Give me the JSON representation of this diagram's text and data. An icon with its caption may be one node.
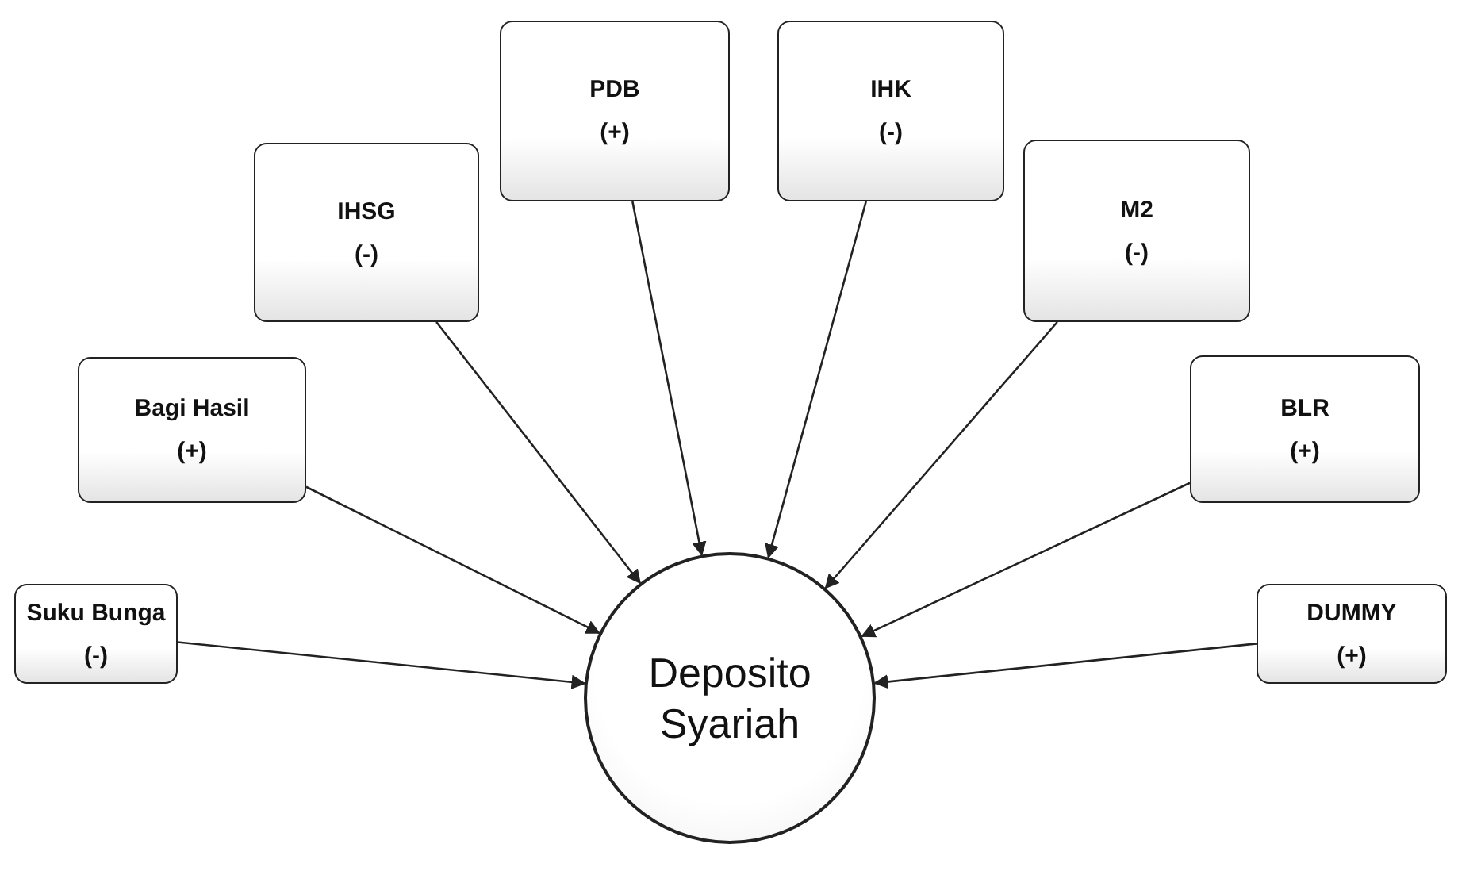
{
  "diagram": {
    "nodes": [
      {
        "text": [
          "PDB",
          "(+)"
        ]
      },
      {
        "text": [
          "IHK",
          "(-)"
        ]
      },
      {
        "text": [
          "IHSG",
          "(-)"
        ]
      },
      {
        "text": [
          "M2",
          "(-)"
        ]
      },
      {
        "text": [
          "Bagi Hasil",
          "(+)"
        ]
      },
      {
        "text": [
          "BLR",
          "(+)"
        ]
      },
      {
        "text": [
          "Suku Bunga",
          "(-)"
        ]
      },
      {
        "text": [
          "Deposito Syariah"
        ]
      },
      {
        "text": [
          "DUMMY",
          "(+)"
        ]
      }
    ],
    "edges": [
      {
        "from": 0,
        "to": 7,
        "arrow": "to"
      },
      {
        "from": 1,
        "to": 7,
        "arrow": "to"
      },
      {
        "from": 2,
        "to": 7,
        "arrow": "to"
      },
      {
        "from": 3,
        "to": 7,
        "arrow": "to"
      },
      {
        "from": 4,
        "to": 7,
        "arrow": "to"
      },
      {
        "from": 5,
        "to": 7,
        "arrow": "to"
      },
      {
        "from": 6,
        "to": 7,
        "arrow": "to"
      },
      {
        "from": 8,
        "to": 7,
        "arrow": "to"
      }
    ]
  }
}
